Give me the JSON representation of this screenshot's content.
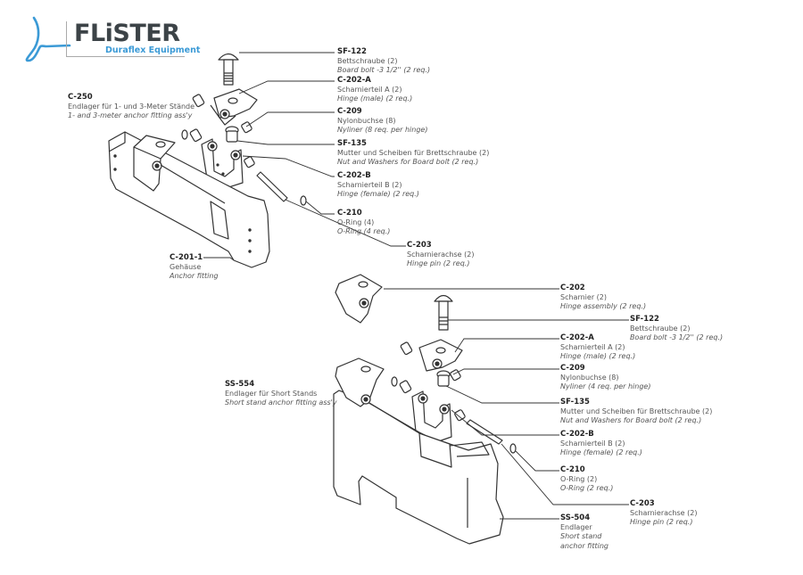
{
  "brand": {
    "name": "FLiSTER",
    "tagline": "Duraflex Equipment",
    "colors": {
      "wordmark": "#3c4347",
      "accent": "#3b9ad6"
    }
  },
  "assemblies": [
    {
      "id": "upper",
      "title": {
        "code": "C-250",
        "de": "Endlager für 1- und 3-Meter Stände",
        "en": "1- and 3-meter anchor fitting ass'y"
      },
      "parts": [
        {
          "code": "SF-122",
          "de": "Bettschraube (2)",
          "en": "Board bolt -3 1/2'' (2 req.)"
        },
        {
          "code": "C-202-A",
          "de": "Scharnierteil A (2)",
          "en": "Hinge (male) (2 req.)"
        },
        {
          "code": "C-209",
          "de": "Nylonbuchse (8)",
          "en": "Nyliner (8 req. per hinge)"
        },
        {
          "code": "SF-135",
          "de": "Mutter und Scheiben für Brettschraube (2)",
          "en": "Nut and Washers for Board bolt (2 req.)"
        },
        {
          "code": "C-202-B",
          "de": "Scharnierteil B (2)",
          "en": "Hinge (female) (2 req.)"
        },
        {
          "code": "C-210",
          "de": "O-Ring (4)",
          "en": "O-Ring (4 req.)"
        },
        {
          "code": "C-203",
          "de": "Scharnierachse (2)",
          "en": "Hinge pin (2 req.)"
        },
        {
          "code": "C-201-1",
          "de": "Gehäuse",
          "en": "Anchor fitting"
        }
      ]
    },
    {
      "id": "lower",
      "title": {
        "code": "SS-554",
        "de": "Endlager für Short Stands",
        "en": "Short stand anchor fitting ass'y"
      },
      "parts": [
        {
          "code": "C-202",
          "de": "Scharnier (2)",
          "en": "Hinge assembly (2 req.)"
        },
        {
          "code": "SF-122",
          "de": "Bettschraube (2)",
          "en": "Board bolt -3 1/2'' (2 req.)"
        },
        {
          "code": "C-202-A",
          "de": "Scharnierteil A (2)",
          "en": "Hinge (male) (2 req.)"
        },
        {
          "code": "C-209",
          "de": "Nylonbuchse (8)",
          "en": "Nyliner (4 req. per hinge)"
        },
        {
          "code": "SF-135",
          "de": "Mutter und Scheiben für Brettschraube (2)",
          "en": "Nut and Washers for Board bolt (2 req.)"
        },
        {
          "code": "C-202-B",
          "de": "Scharnierteil B (2)",
          "en": "Hinge (female) (2 req.)"
        },
        {
          "code": "C-210",
          "de": "O-Ring (2)",
          "en": "O-Ring (2 req.)"
        },
        {
          "code": "C-203",
          "de": "Scharnierachse (2)",
          "en": "Hinge pin (2 req.)"
        },
        {
          "code": "SS-504",
          "de": "Endlager",
          "en": "Short stand",
          "en2": "anchor fitting"
        }
      ]
    }
  ]
}
